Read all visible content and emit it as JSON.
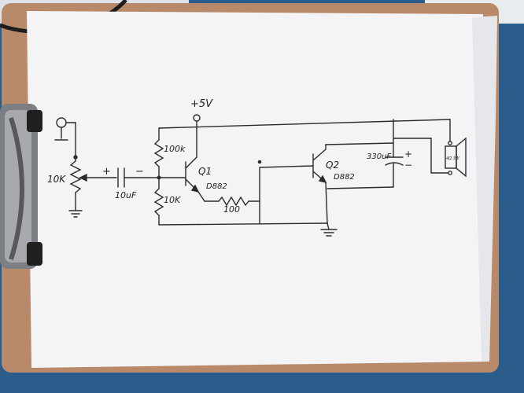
{
  "schematic": {
    "supply_label": "+5V",
    "pot_label": "10K",
    "cap_in_label": "10uF",
    "cap_in_plus": "+",
    "cap_in_minus": "−",
    "r_top_label": "100k",
    "r_bottom_label": "10K",
    "q1_label": "Q1",
    "q1_part": "D882",
    "r_emitter_label": "100",
    "q2_label": "Q2",
    "q2_part": "D882",
    "cap_out_label": "330uF",
    "cap_out_plus": "+",
    "cap_out_minus": "−",
    "speaker_label": "4Ω 3W"
  },
  "colors": {
    "paper": "#f4f4f6",
    "clipboard": "#b98a6a",
    "desk": "#2a5d8c",
    "ink": "#2b2b2b",
    "clip_metal": "#8d8f94"
  }
}
